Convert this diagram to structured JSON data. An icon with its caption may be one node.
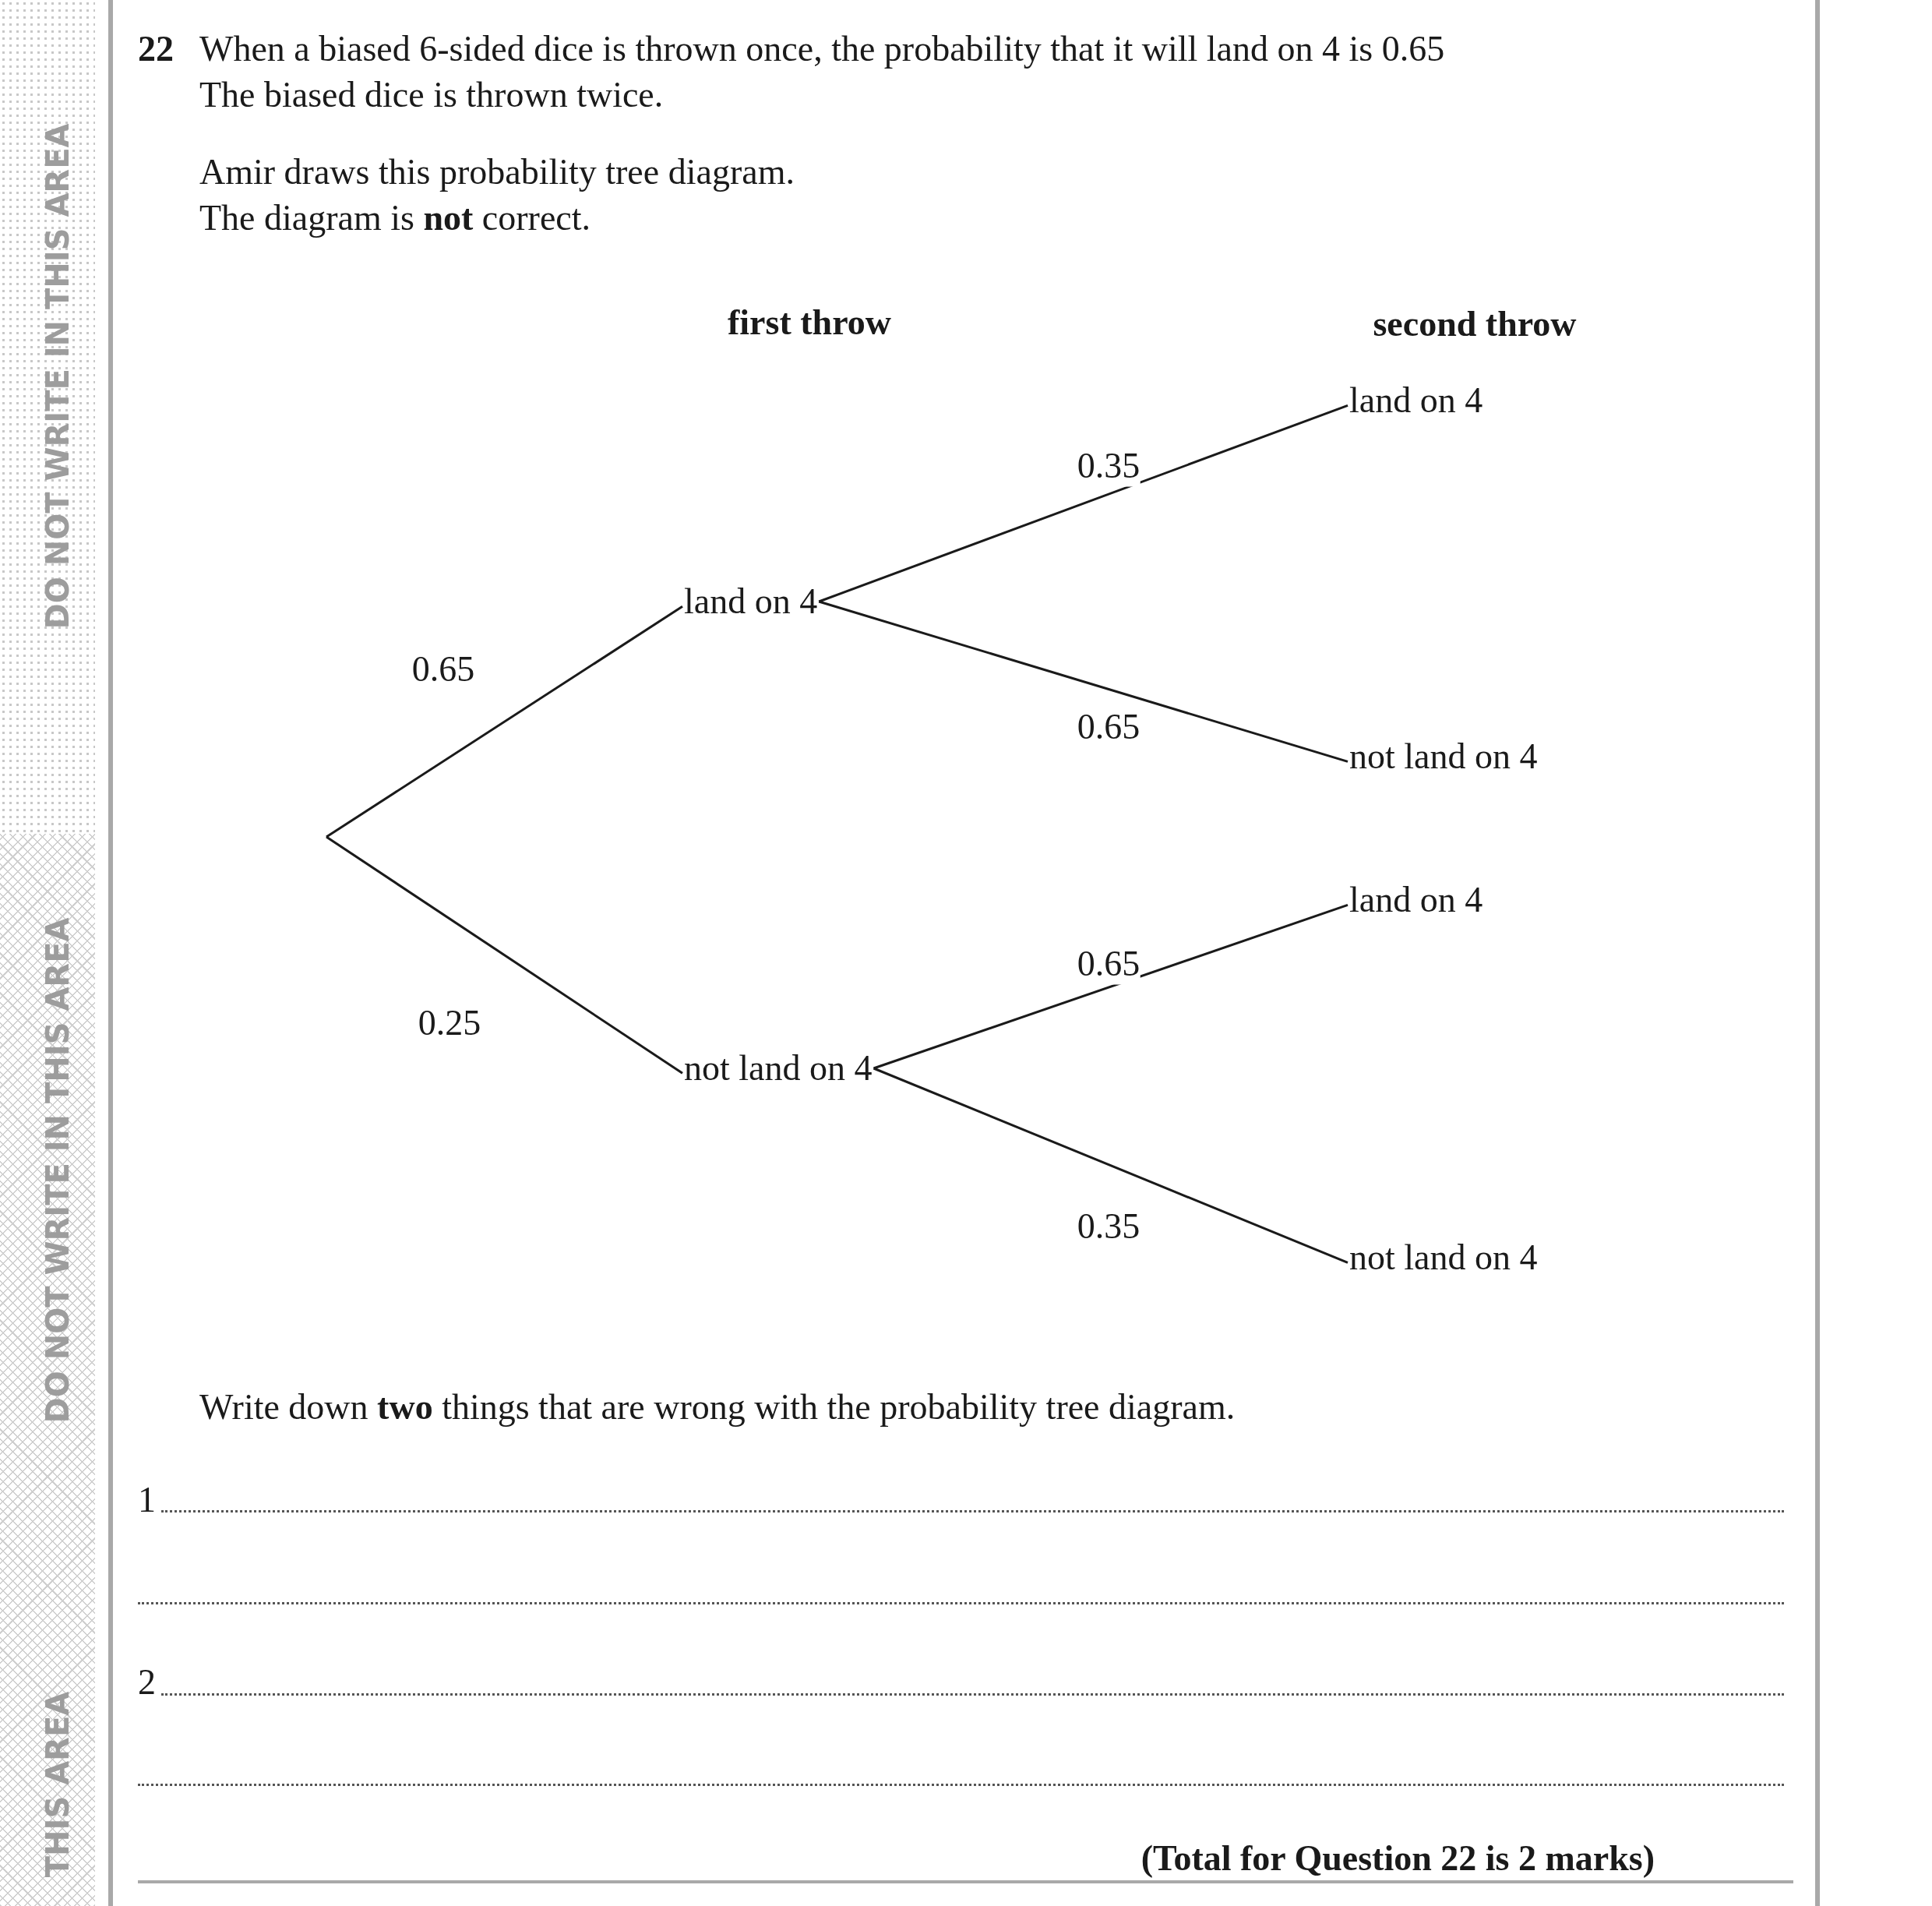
{
  "diagram": {
    "nodes": [
      {
        "text": [
          "land on 4"
        ]
      },
      {
        "text": [
          "not land on 4"
        ]
      },
      {
        "text": [
          "land on 4"
        ]
      },
      {
        "text": [
          "not land on 4"
        ]
      },
      {
        "text": [
          "land on 4"
        ]
      },
      {
        "text": [
          "not land on 4"
        ]
      }
    ],
    "edges": [
      {
        "from": null,
        "to": 0,
        "arrow": "none",
        "label": "0.65"
      },
      {
        "from": null,
        "to": 1,
        "arrow": "none",
        "label": "0.25"
      },
      {
        "from": 0,
        "to": 2,
        "arrow": "none",
        "label": "0.35"
      },
      {
        "from": 0,
        "to": 3,
        "arrow": "none",
        "label": "0.65"
      },
      {
        "from": 1,
        "to": 4,
        "arrow": "none",
        "label": "0.65"
      },
      {
        "from": 1,
        "to": 5,
        "arrow": "none",
        "label": "0.35"
      }
    ],
    "labels": [
      "DO NOT WRITE IN THIS AREA",
      "DO NOT WRITE IN THIS AREA",
      "THIS AREA",
      "22",
      "When a biased 6-sided dice is thrown once, the probability that it will land on 4 is 0.65",
      "The biased dice is thrown twice.",
      "Amir draws this probability tree diagram.",
      "The diagram is **not** correct.",
      "first throw",
      "second throw",
      "Write down **two** things that are wrong with the probability tree diagram.",
      "1",
      "2",
      "(Total for Question 22 is 2 marks)"
    ]
  }
}
